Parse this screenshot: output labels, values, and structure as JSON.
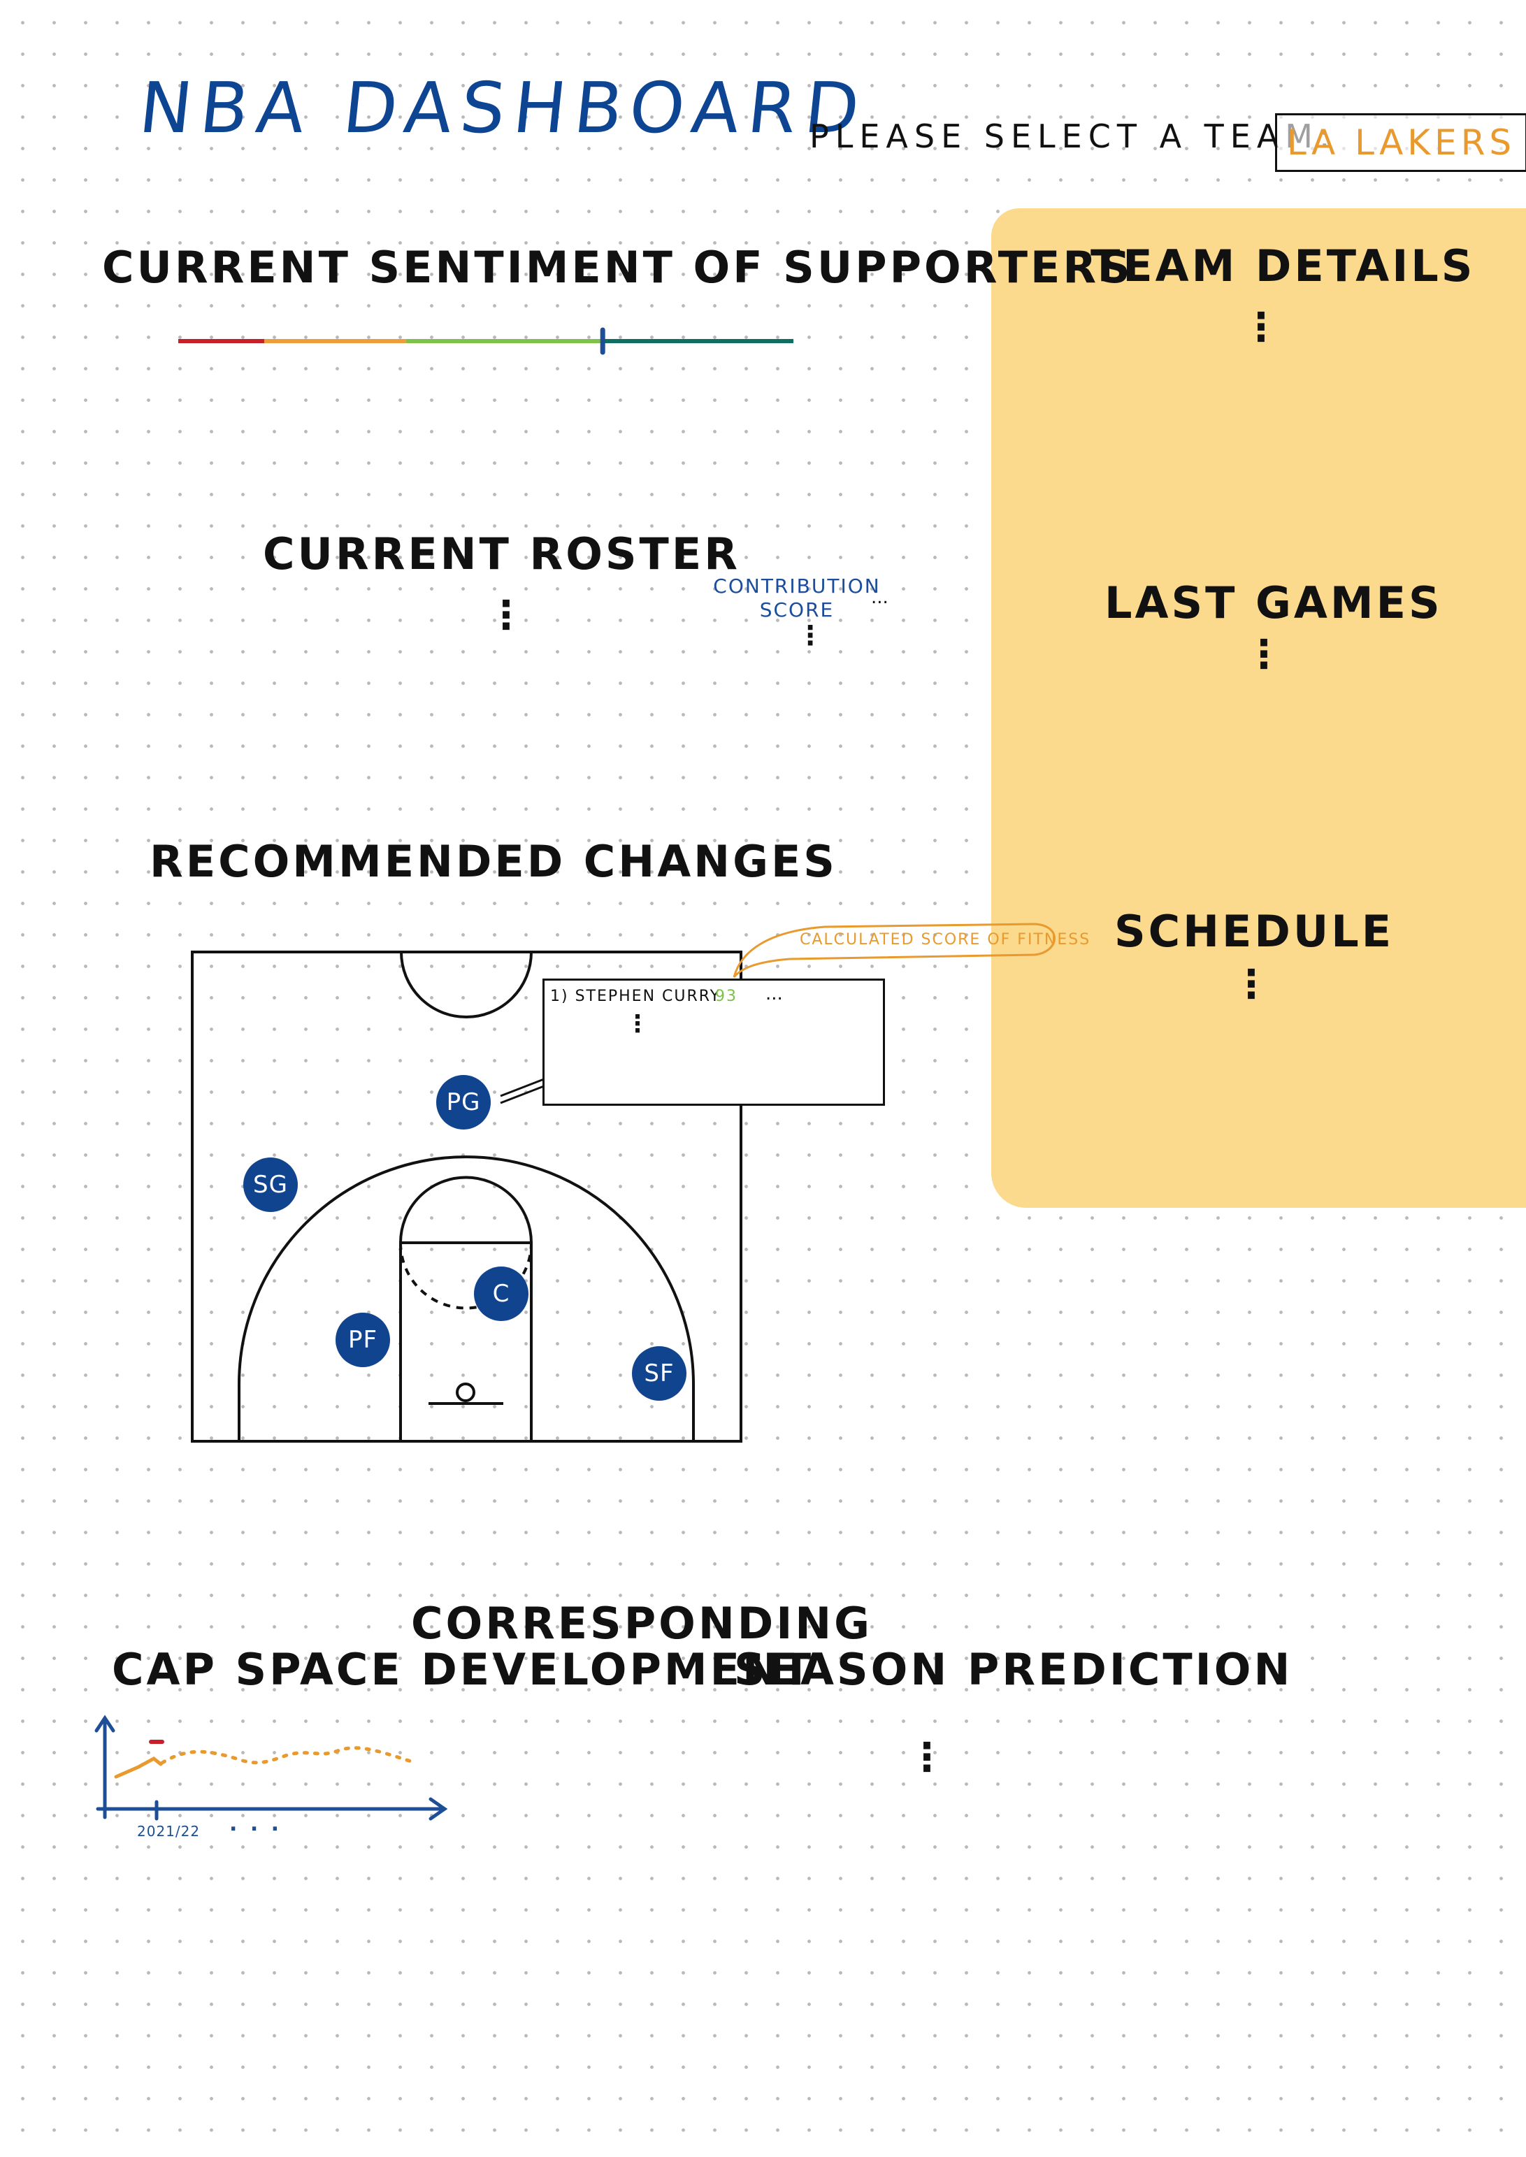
{
  "header": {
    "title": "NBA DASHBOARD",
    "team_prompt": "PLEASE SELECT A TEAM:",
    "selected_team": "LA LAKERS"
  },
  "sentiment": {
    "heading": "CURRENT SENTIMENT OF SUPPORTERS",
    "value_fraction": 0.69,
    "colors": [
      "#c8202a",
      "#ee9d3a",
      "#7ec24a",
      "#0f6f64"
    ],
    "marker_color": "#1d4e96"
  },
  "roster": {
    "heading": "CURRENT ROSTER",
    "ellipsis": "⋮",
    "contribution_label_line1": "CONTRIBUTION",
    "contribution_label_line2": "SCORE",
    "contribution_more": "...",
    "contribution_ellipsis": "⋮"
  },
  "side_panel": {
    "team_details": "TEAM DETAILS",
    "last_games": "LAST GAMES",
    "schedule": "SCHEDULE",
    "ellipsis": "⋮"
  },
  "recommended": {
    "heading": "RECOMMENDED CHANGES",
    "fitness_label": "CALCULATED SCORE OF FITNESS",
    "suggestion_name": "1) STEPHEN CURRY",
    "suggestion_score": "93",
    "suggestion_more": "...",
    "suggestion_ellipsis": "⋮",
    "positions": [
      "PG",
      "SG",
      "C",
      "PF",
      "SF"
    ],
    "score_color": "#7cc04b",
    "badge_color": "#10448f"
  },
  "cap_space": {
    "heading": "CAP SPACE DEVELOPMENT",
    "x_label": "2021/22",
    "x_more": ". . .",
    "line_color": "#e89a2e",
    "marker_color": "#c8202a"
  },
  "season": {
    "heading_line1": "CORRESPONDING",
    "heading_line2": "SEASON PREDICTION",
    "ellipsis": "⋮"
  }
}
